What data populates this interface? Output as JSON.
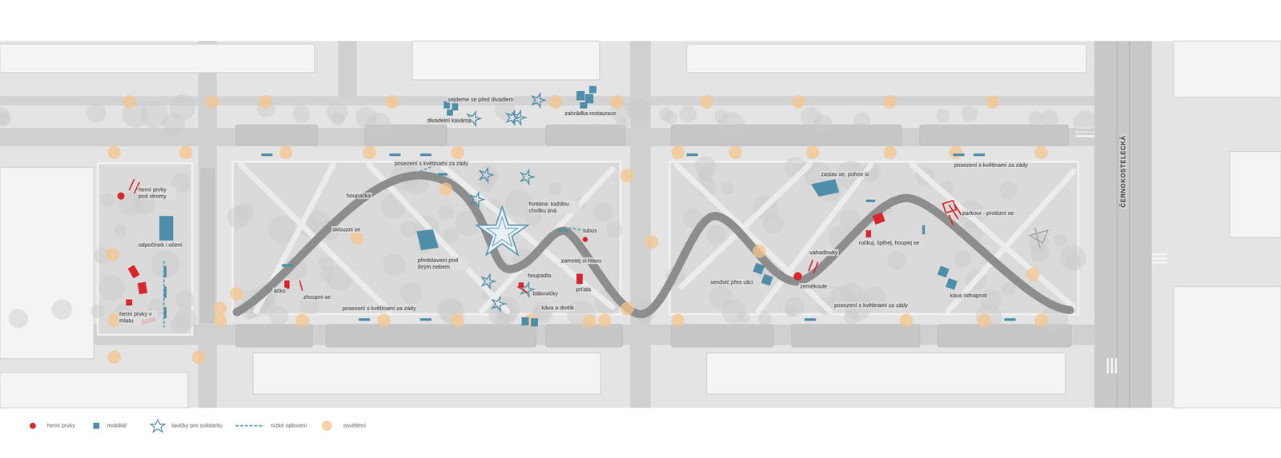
{
  "diagram": {
    "labels": [
      "sejdeme se před divadlem",
      "divadelní kavárna",
      "zahrádka restaurace",
      "posezení s květinami za zády",
      "herní prvky pod stromy",
      "odpočinek i učení",
      "herní prvky v mlatu",
      "houpačka",
      "sklouzni se",
      "áčko",
      "zhoupni se",
      "posezení s květinami za zády",
      "představení pod širým nebem",
      "fontána: každou chvilku jiná",
      "tubus",
      "zamotej si hlavu",
      "houpadla",
      "prťata",
      "bábovičky",
      "káva a dortík",
      "zastav se, pohov si",
      "posezení s květinami za zády",
      "parkour - prolézni se",
      "vahadlovky",
      "ručkuj, šplhej, houpej se",
      "sendvič přes ulici",
      "zeměkoule",
      "posezení s květinami za zády",
      "káva odnaproti",
      "ČERNOKOSTELECKÁ"
    ],
    "legend": [
      {
        "text": "herní prvky",
        "color": "#d7262c"
      },
      {
        "text": "mobiliář",
        "color": "#4f8ea9"
      },
      {
        "text": "lavičky pro solidaritu"
      },
      {
        "text": "nízké oplocení"
      },
      {
        "text": "osvětlení",
        "color": "#f5c58f"
      }
    ]
  }
}
